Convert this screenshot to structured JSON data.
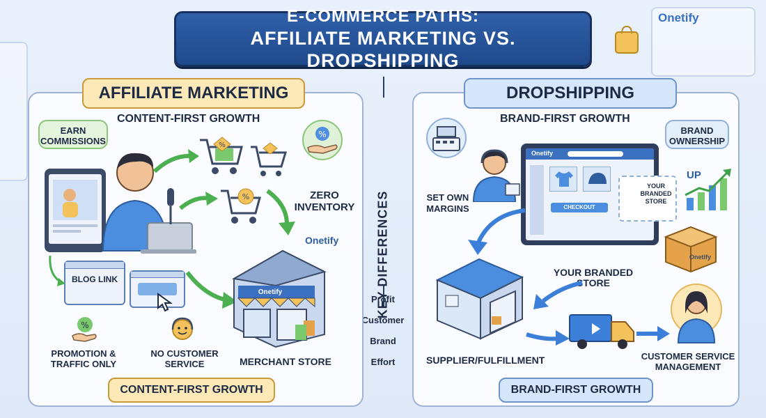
{
  "title": {
    "line1": "E-COMMERCE PATHS:",
    "line2": "AFFILIATE MARKETING VS. DROPSHIPPING"
  },
  "affiliate": {
    "header": "AFFILIATE MARKETING",
    "subheader": "CONTENT-FIRST GROWTH",
    "footer": "CONTENT-FIRST GROWTH",
    "earn_commissions": "EARN COMMISSIONS",
    "zero_inventory": "ZERO INVENTORY",
    "blog_link": "BLOG LINK",
    "promotion": "PROMOTION & TRAFFIC ONLY",
    "no_customer_service": "NO CUSTOMER SERVICE",
    "merchant_store": "MERCHANT STORE",
    "brand_name": "Onetify",
    "store_sign": "Onetify"
  },
  "key_differences": {
    "label": "KEY DIFFERENCES",
    "items": [
      "Profit",
      "Customer",
      "Brand",
      "Effort"
    ]
  },
  "dropshipping": {
    "header": "DROPSHIPPING",
    "subheader": "BRAND-FIRST GROWTH",
    "footer": "BRAND-FIRST GROWTH",
    "brand_ownership": "BRAND OWNERSHIP",
    "set_own_margins": "SET OWN MARGINS",
    "up": "UP",
    "your_branded_store_inset": "YOUR BRANDED STORE",
    "checkout": "CHECKOUT",
    "your_branded_store": "YOUR BRANDED STORE",
    "supplier": "SUPPLIER/FULFILLMENT",
    "customer_service": "CUSTOMER SERVICE MANAGEMENT",
    "browser_brand": "Onetify",
    "box_brand": "Onetify"
  },
  "corner_brand": "Onetify",
  "colors": {
    "title_bg": "#2f5fa8",
    "affiliate_accent": "#fde9b8",
    "dropship_accent": "#d7e7fb",
    "arrow_green": "#4caf50",
    "arrow_blue": "#3b7fd9"
  }
}
